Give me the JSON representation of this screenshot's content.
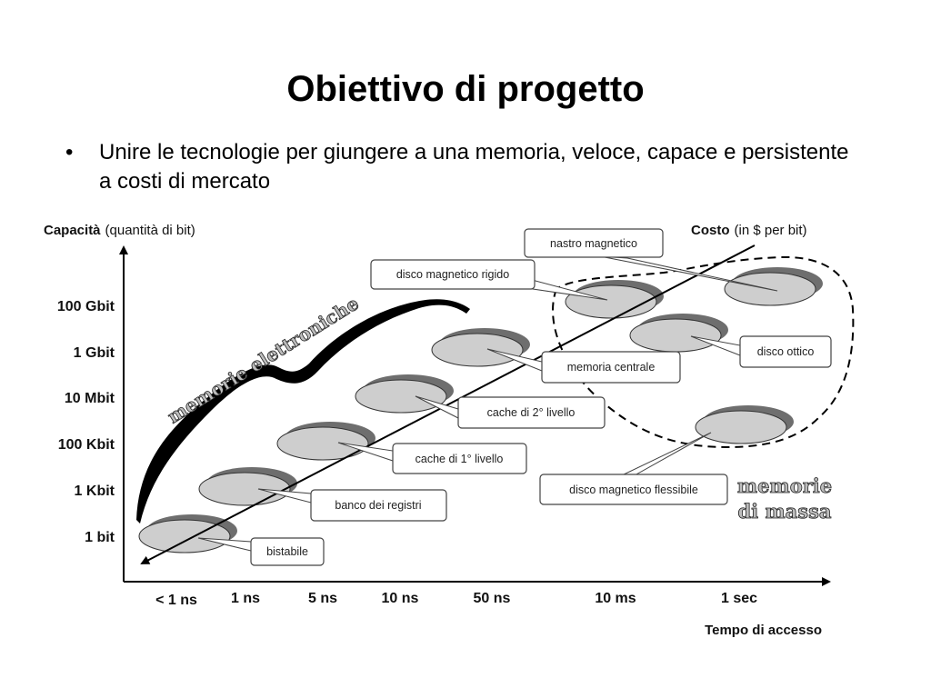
{
  "slide": {
    "title": "Obiettivo di progetto",
    "bullet_marker": "•",
    "bullets": [
      "Unire le tecnologie per giungere a una memoria, veloce, capace e persistente a costi di mercato"
    ]
  },
  "diagram": {
    "y_axis": {
      "title": "Capacità",
      "subtitle": "(quantità di bit)",
      "ticks": [
        "100 Gbit",
        "1 Gbit",
        "10 Mbit",
        "100 Kbit",
        "1 Kbit",
        "1 bit"
      ]
    },
    "x_axis": {
      "title": "Tempo di accesso",
      "ticks": [
        "< 1 ns",
        "1 ns",
        "5 ns",
        "10 ns",
        "50 ns",
        "10 ms",
        "1 sec"
      ]
    },
    "cost_axis": {
      "title": "Costo",
      "subtitle": "(in $ per bit)"
    },
    "callouts": [
      "bistabile",
      "banco dei registri",
      "cache di 1° livello",
      "cache di 2° livello",
      "memoria centrale",
      "disco magnetico rigido",
      "nastro magnetico",
      "disco ottico",
      "disco magnetico flessibile"
    ],
    "group_labels": {
      "electronic": "memorie elettroniche",
      "mass_line1": "memorie",
      "mass_line2": "di massa"
    }
  }
}
